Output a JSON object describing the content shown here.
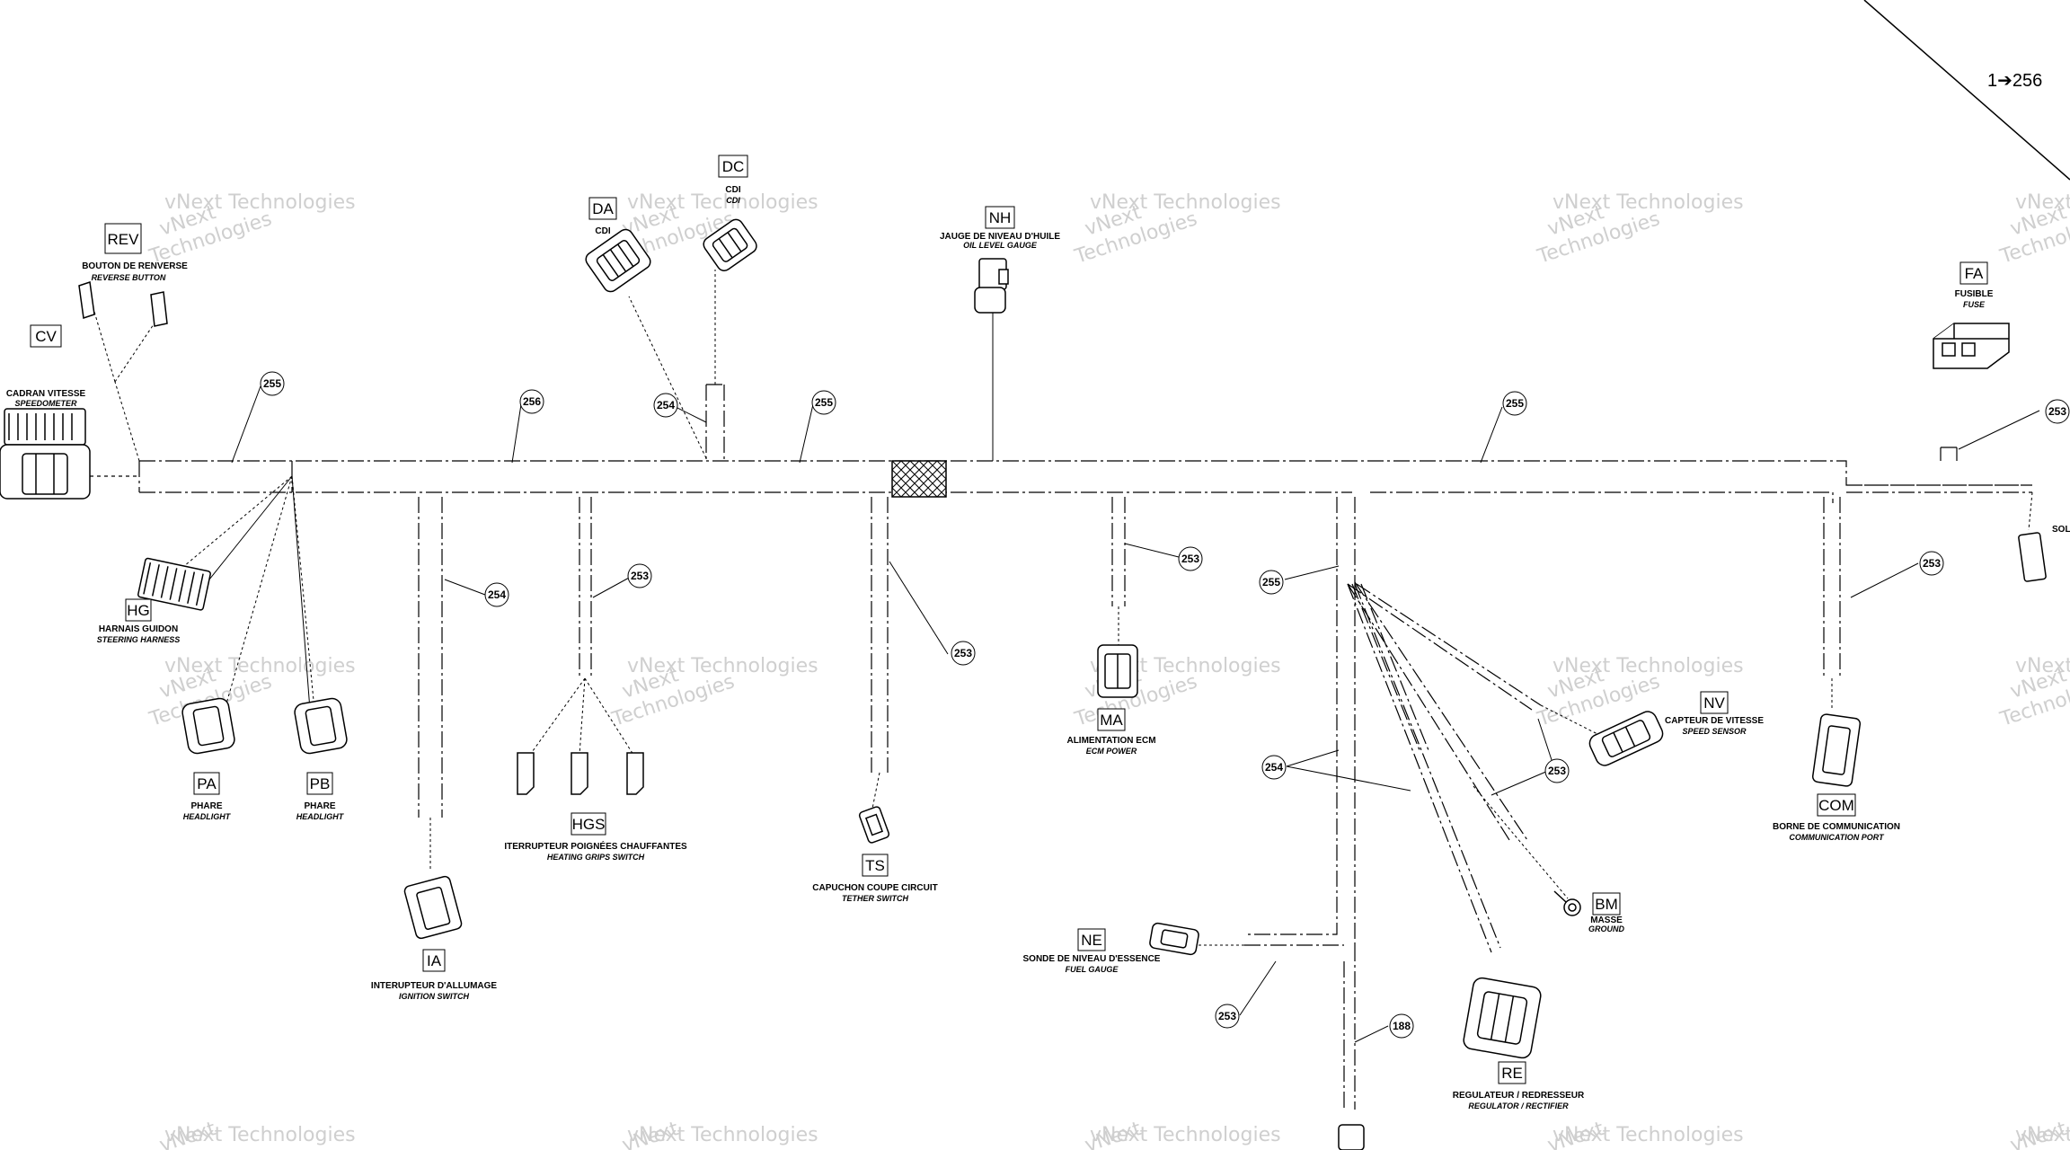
{
  "part_ref": "1➔256",
  "watermark": {
    "line1": "vNext",
    "line2": "Technologies",
    "single": "vNext Technologies"
  },
  "connectors": [
    {
      "code": "CV",
      "fr": "CADRAN VITESSE",
      "en": "SPEEDOMETER"
    },
    {
      "code": "REV",
      "fr": "BOUTON DE RENVERSE",
      "en": "REVERSE BUTTON"
    },
    {
      "code": "DA",
      "fr": "CDI",
      "en": "CDI"
    },
    {
      "code": "DC",
      "fr": "CDI",
      "en": "CDI"
    },
    {
      "code": "NH",
      "fr": "JAUGE DE NIVEAU D'HUILE",
      "en": "OIL LEVEL GAUGE"
    },
    {
      "code": "FA",
      "fr": "FUSIBLE",
      "en": "FUSE"
    },
    {
      "code": "HG",
      "fr": "HARNAIS GUIDON",
      "en": "STEERING HARNESS"
    },
    {
      "code": "PA",
      "fr": "PHARE",
      "en": "HEADLIGHT"
    },
    {
      "code": "PB",
      "fr": "PHARE",
      "en": "HEADLIGHT"
    },
    {
      "code": "IA",
      "fr": "INTERUPTEUR D'ALLUMAGE",
      "en": "IGNITION SWITCH"
    },
    {
      "code": "HGS",
      "fr": "ITERRUPTEUR POIGNÉES CHAUFFANTES",
      "en": "HEATING GRIPS SWITCH"
    },
    {
      "code": "TS",
      "fr": "CAPUCHON COUPE CIRCUIT",
      "en": "TETHER SWITCH"
    },
    {
      "code": "MA",
      "fr": "ALIMENTATION ECM",
      "en": "ECM POWER"
    },
    {
      "code": "NV",
      "fr": "CAPTEUR DE VITESSE",
      "en": "SPEED SENSOR"
    },
    {
      "code": "COM",
      "fr": "BORNE DE COMMUNICATION",
      "en": "COMMUNICATION PORT"
    },
    {
      "code": "BM",
      "fr": "MASSE",
      "en": "GROUND"
    },
    {
      "code": "NE",
      "fr": "SONDE DE NIVEAU D'ESSENCE",
      "en": "FUEL GAUGE"
    },
    {
      "code": "RE",
      "fr": "REGULATEUR / REDRESSEUR",
      "en": "REGULATOR / RECTIFIER"
    }
  ],
  "truncated_label": "SOL",
  "callouts": [
    "255",
    "256",
    "254",
    "255",
    "255",
    "253",
    "254",
    "253",
    "253",
    "253",
    "255",
    "254",
    "253",
    "253",
    "253",
    "188"
  ]
}
